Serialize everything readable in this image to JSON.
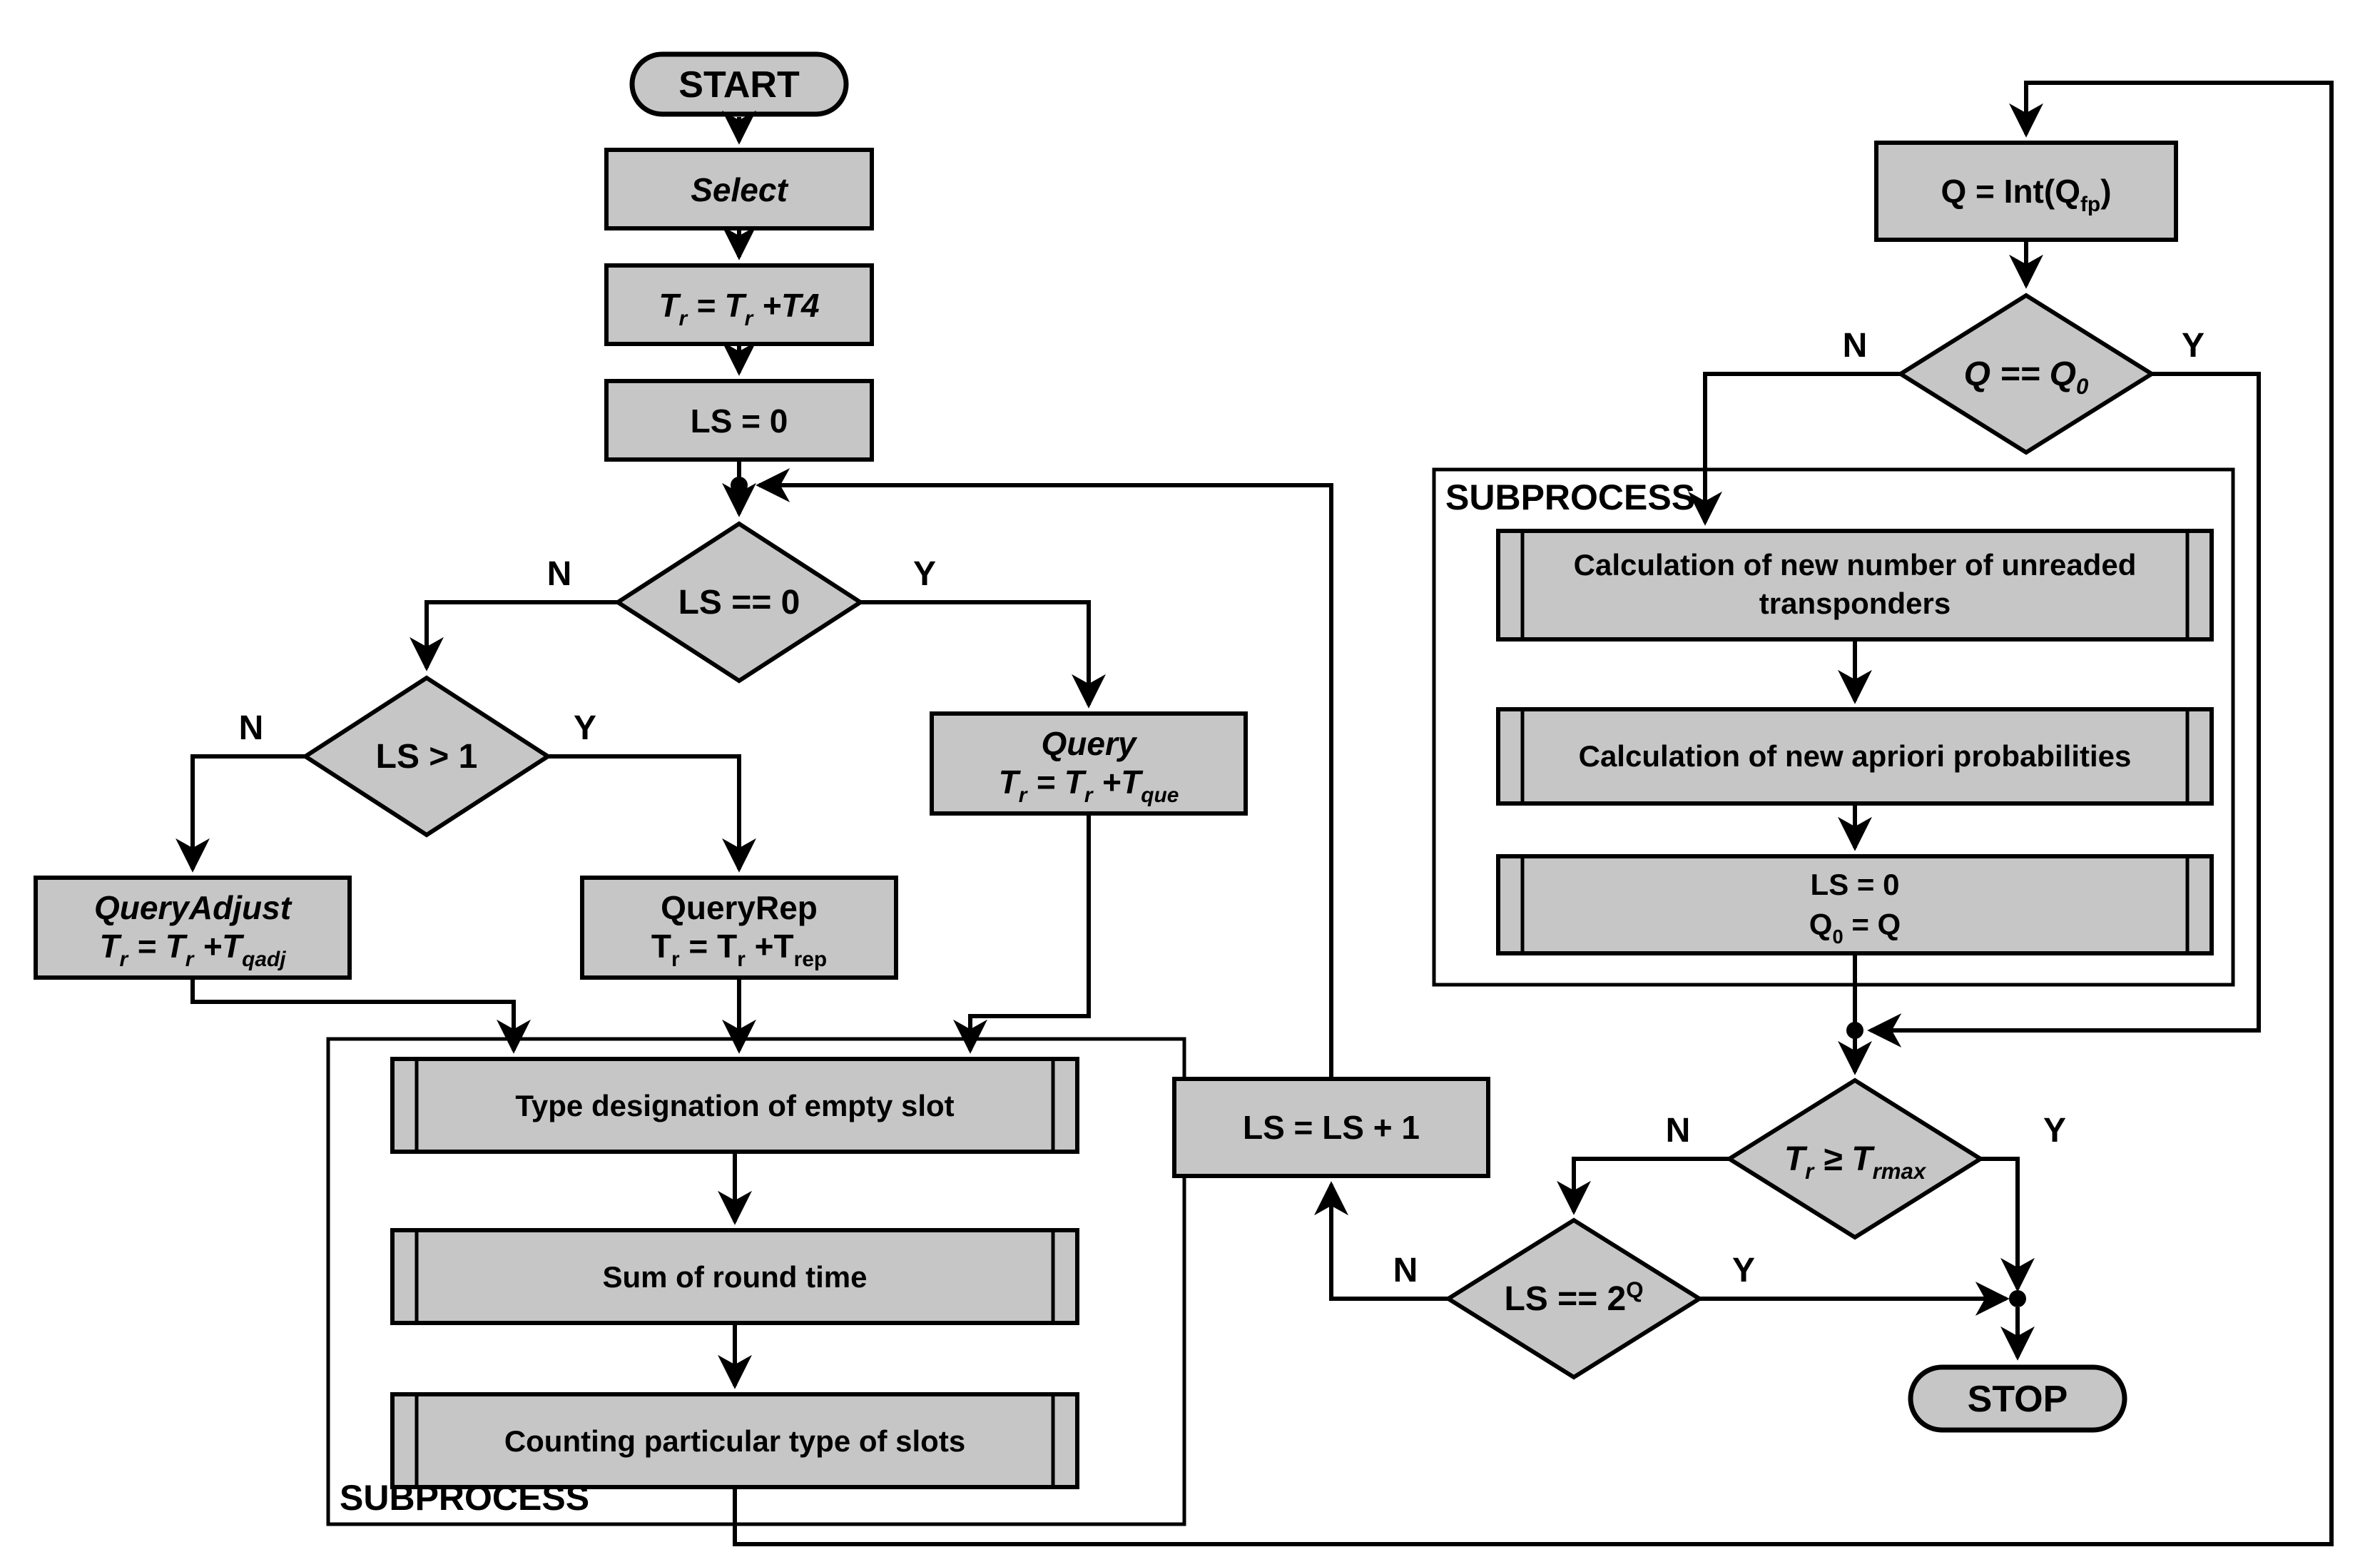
{
  "diagram": {
    "title_hint": "RFID Q-algorithm flowchart",
    "colors": {
      "node_fill": "#c6c6c6",
      "stroke": "#000000",
      "background": "#ffffff"
    },
    "labels": {
      "yes": "Y",
      "no": "N",
      "subprocess": "SUBPROCESS"
    },
    "nodes": {
      "start": "START",
      "select": "Select",
      "tr_t4": [
        {
          "t": "T"
        },
        {
          "t": "r",
          "v": "sub"
        },
        {
          "t": " = T"
        },
        {
          "t": "r",
          "v": "sub"
        },
        {
          "t": " +T4"
        }
      ],
      "ls_zero": "LS = 0",
      "dec_ls_eq0": "LS == 0",
      "dec_ls_gt1": "LS > 1",
      "queryadjust_title": "QueryAdjust",
      "queryadjust_formula": [
        {
          "t": "T"
        },
        {
          "t": "r",
          "v": "sub"
        },
        {
          "t": " = T"
        },
        {
          "t": "r",
          "v": "sub"
        },
        {
          "t": " +T"
        },
        {
          "t": "qadj",
          "v": "sub"
        }
      ],
      "queryrep_title": "QueryRep",
      "queryrep_formula": [
        {
          "t": "T"
        },
        {
          "t": "r",
          "v": "sub"
        },
        {
          "t": " = T"
        },
        {
          "t": "r",
          "v": "sub"
        },
        {
          "t": " +T"
        },
        {
          "t": "rep",
          "v": "sub"
        }
      ],
      "query_title": "Query",
      "query_formula": [
        {
          "t": "T"
        },
        {
          "t": "r",
          "v": "sub"
        },
        {
          "t": " = T"
        },
        {
          "t": "r",
          "v": "sub"
        },
        {
          "t": " +T"
        },
        {
          "t": "que",
          "v": "sub"
        }
      ],
      "sub_left_1": "Type designation of empty slot",
      "sub_left_2": "Sum of round time",
      "sub_left_3": "Counting particular type of slots",
      "ls_increment": "LS = LS + 1",
      "dec_ls_2q": [
        {
          "t": "LS == 2"
        },
        {
          "t": "Q",
          "v": "sup"
        }
      ],
      "dec_tr_max": [
        {
          "t": "T"
        },
        {
          "t": "r",
          "v": "sub"
        },
        {
          "t": " ≥ T"
        },
        {
          "t": "rmax",
          "v": "sub"
        }
      ],
      "q_int": [
        {
          "t": "Q = Int(Q"
        },
        {
          "t": "fp",
          "v": "sub"
        },
        {
          "t": ")"
        }
      ],
      "dec_q_q0": [
        {
          "t": "Q == Q"
        },
        {
          "t": "0",
          "v": "sub"
        }
      ],
      "sub_right_1a": "Calculation of new number of unreaded",
      "sub_right_1b": "transponders",
      "sub_right_2": "Calculation of new apriori probabilities",
      "sub_right_3a": "LS = 0",
      "sub_right_3b": [
        {
          "t": "Q"
        },
        {
          "t": "0",
          "v": "sub"
        },
        {
          "t": " = Q"
        }
      ],
      "stop": "STOP"
    }
  }
}
